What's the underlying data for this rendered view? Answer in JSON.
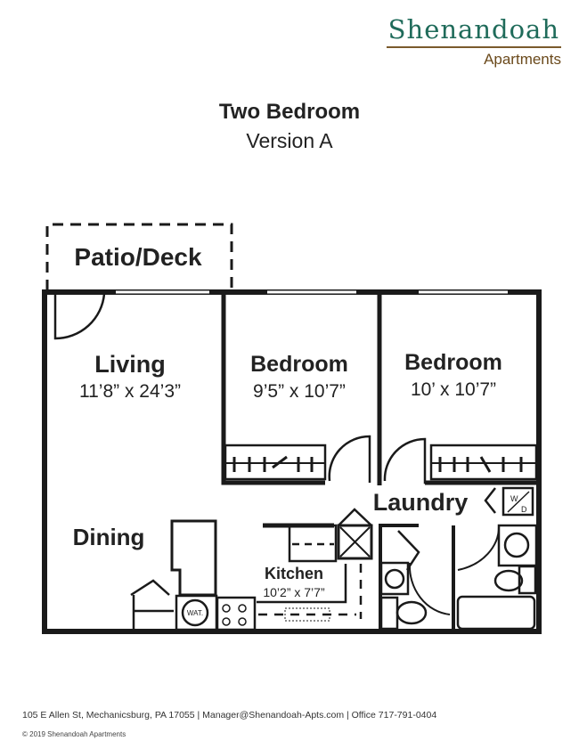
{
  "logo": {
    "name": "Shenandoah",
    "sub": "Apartments"
  },
  "plan": {
    "title": "Two Bedroom",
    "version": "Version A"
  },
  "rooms": {
    "patio": "Patio/Deck",
    "living": {
      "name": "Living",
      "dim": "11’8” x 24’3”"
    },
    "bedroom1": {
      "name": "Bedroom",
      "dim": "9’5” x 10’7”"
    },
    "bedroom2": {
      "name": "Bedroom",
      "dim": "10’ x 10’7”"
    },
    "laundry": "Laundry",
    "dining": "Dining",
    "kitchen": {
      "name": "Kitchen",
      "dim": "10’2” x 7’7”"
    },
    "water_heater": "WAT.",
    "washer_dryer_w": "W",
    "washer_dryer_d": "D"
  },
  "footer": {
    "contact": "105 E Allen St, Mechanicsburg, PA 17055 | Manager@Shenandoah-Apts.com | Office 717-791-0404",
    "copyright": "© 2019 Shenandoah Apartments"
  }
}
